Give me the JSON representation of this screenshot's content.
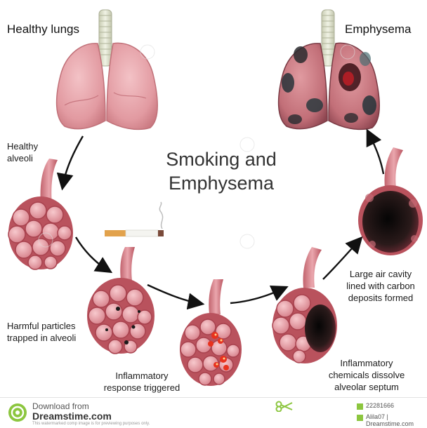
{
  "title_line1": "Smoking and",
  "title_line2": "Emphysema",
  "labels": {
    "healthy_lungs": "Healthy lungs",
    "emphysema": "Emphysema",
    "healthy_alveoli_1": "Healthy",
    "healthy_alveoli_2": "alveoli",
    "harmful_1": "Harmful particles",
    "harmful_2": "trapped in alveoli",
    "inflammatory_1": "Inflammatory",
    "inflammatory_2": "response triggered",
    "chemicals_1": "Inflammatory",
    "chemicals_2": "chemicals dissolve",
    "chemicals_3": "alveolar septum",
    "cavity_1": "Large air cavity",
    "cavity_2": "lined with carbon",
    "cavity_3": "deposits formed"
  },
  "footer": {
    "download_from": "Download from",
    "site": "Dreamstime.com",
    "notice": "This watermarked comp image is for previewing purposes only.",
    "image_id": "22281666",
    "credit": "Alila07 | Dreamstime.com"
  },
  "colors": {
    "lung_pink": "#e8a0a6",
    "alveoli_pink": "#c8525e",
    "trachea": "#d9dcc8",
    "arrow": "#111111",
    "damage_dark": "#1a1414",
    "inflammation_red": "#e8321e"
  }
}
